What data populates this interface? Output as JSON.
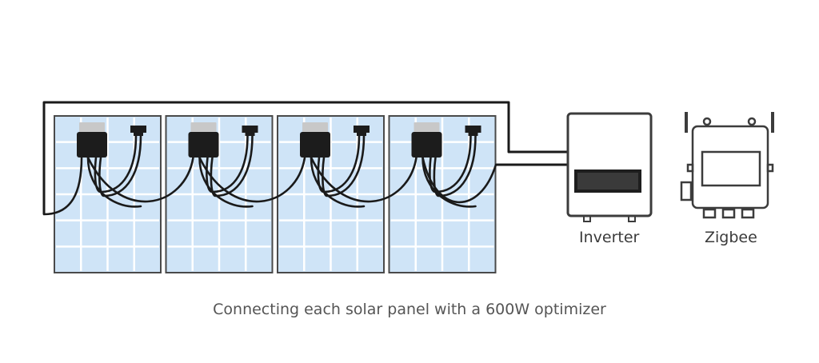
{
  "labels": {
    "inverter": "Inverter",
    "zigbee": "Zigbee",
    "caption": "Connecting each solar panel with a 600W optimizer"
  },
  "diagram": {
    "panel_count": 4,
    "optimizer_rating": "600W"
  },
  "colors": {
    "panel_cell": "#cfe4f7",
    "panel_grid": "#ffffff",
    "panel_frame": "#4a4a4a",
    "cable": "#1a1a1a",
    "optimizer_body": "#1c1c1c",
    "optimizer_cap": "#c8c8c8",
    "device_outline": "#3c3c3c",
    "text": "#3a3a3a"
  }
}
